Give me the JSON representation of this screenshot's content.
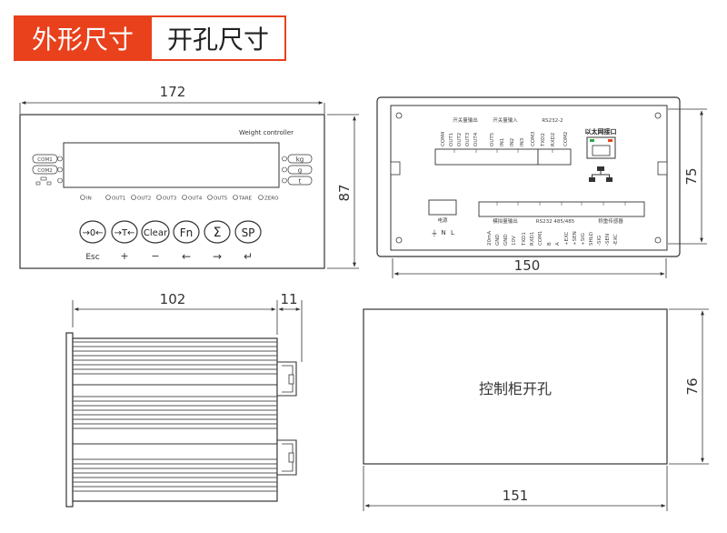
{
  "tabs": {
    "outer": "外形尺寸",
    "cutout": "开孔尺寸"
  },
  "front": {
    "width": "172",
    "height": "87",
    "brand": "Weight controller",
    "left_labels": [
      "COM1",
      "COM2"
    ],
    "unit_labels": [
      "kg",
      "g",
      "t"
    ],
    "indicators": [
      "IN",
      "OUT1",
      "OUT2",
      "OUT3",
      "OUT4",
      "OUT5",
      "TARE",
      "ZERO"
    ],
    "keys": [
      "→0←",
      "→T←",
      "Clear",
      "Fn",
      "Σ",
      "SP"
    ],
    "key_hints": [
      "Esc",
      "+",
      "−",
      "←",
      "→",
      "↵"
    ]
  },
  "rear": {
    "width": "150",
    "height": "75",
    "top_group_labels": [
      "开关量输出",
      "开关量输入",
      "RS232-2"
    ],
    "top_pins": [
      "COM4",
      "OUT1",
      "OUT2",
      "OUT3",
      "OUT4",
      "OUT5",
      "IN1",
      "IN2",
      "IN3",
      "COM3",
      "TXD2",
      "RXD2",
      "COM2"
    ],
    "ethernet_label": "以太网接口",
    "power_label": "电源",
    "power_pins": [
      "⏚",
      "N",
      "L"
    ],
    "bottom_group_labels": [
      "模拟量输出",
      "RS232  485/485",
      "称重传感器"
    ],
    "bottom_pins": [
      "20mA",
      "GND",
      "GND",
      "10V",
      "TXD1",
      "RXD1",
      "COM1",
      "B",
      "A",
      "+EXC",
      "+SEN",
      "+SIG",
      "SHLD",
      "-SIG",
      "-SEN",
      "-EXC"
    ]
  },
  "side": {
    "depth": "102",
    "connector": "11"
  },
  "cutout": {
    "label": "控制柜开孔",
    "width": "151",
    "height": "76"
  }
}
